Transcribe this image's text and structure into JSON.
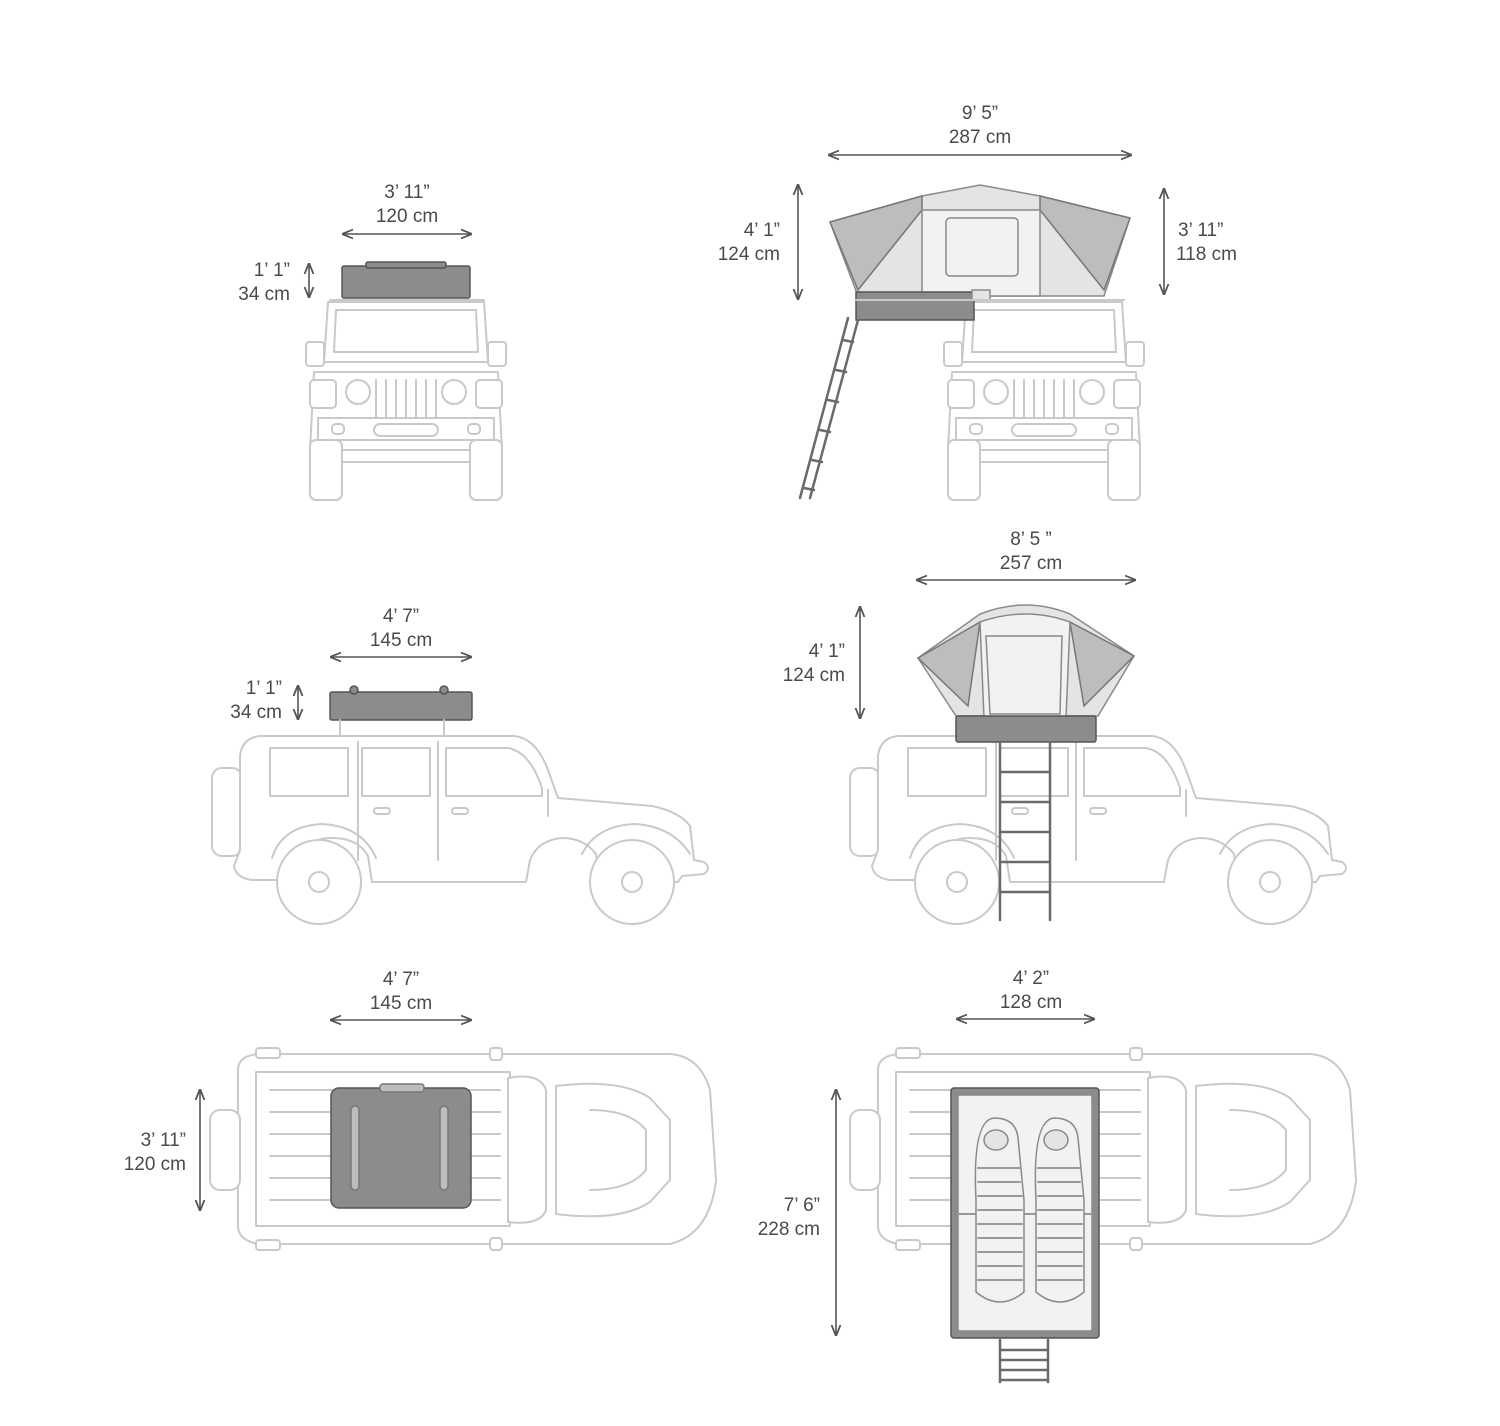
{
  "colors": {
    "outline": "#c9c9c9",
    "tent_dark": "#8c8c8c",
    "tent_mid": "#bdbdbd",
    "tent_light": "#e4e4e4",
    "dimension_text": "#4a4a4a"
  },
  "views": {
    "front_closed": {
      "width_ft": "3’ 11”",
      "width_cm": "120 cm",
      "height_ft": "1’ 1”",
      "height_cm": "34 cm"
    },
    "front_open": {
      "width_ft": "9’ 5”",
      "width_cm": "287 cm",
      "left_height_ft": "4’ 1”",
      "left_height_cm": "124 cm",
      "right_height_ft": "3’ 11”",
      "right_height_cm": "118 cm"
    },
    "side_closed": {
      "length_ft": "4’ 7”",
      "length_cm": "145 cm",
      "height_ft": "1’ 1”",
      "height_cm": "34 cm"
    },
    "side_open": {
      "width_ft": "8’ 5 ”",
      "width_cm": "257 cm",
      "height_ft": "4’ 1”",
      "height_cm": "124 cm"
    },
    "top_closed": {
      "length_ft": "4’ 7”",
      "length_cm": "145 cm",
      "width_ft": "3’ 11”",
      "width_cm": "120 cm"
    },
    "top_open": {
      "width_ft": "4’ 2”",
      "width_cm": "128 cm",
      "length_ft": "7’ 6”",
      "length_cm": "228 cm"
    }
  }
}
